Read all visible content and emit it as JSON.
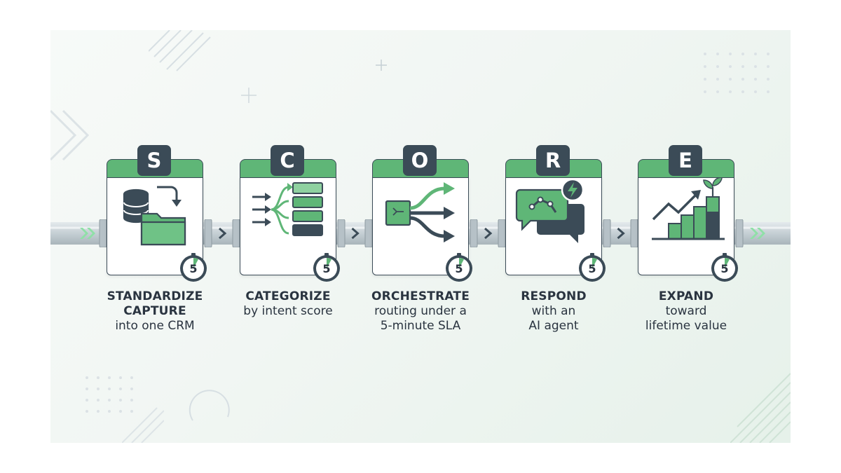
{
  "steps": [
    {
      "letter": "S",
      "title": "STANDARDIZE\nCAPTURE",
      "subtitle": "into one CRM",
      "timer": "5",
      "icon": "database-to-folder-icon"
    },
    {
      "letter": "C",
      "title": "CATEGORIZE",
      "subtitle": "by intent score",
      "timer": "5",
      "icon": "sorting-arrows-bars-icon"
    },
    {
      "letter": "O",
      "title": "ORCHESTRATE",
      "subtitle": "routing under a\n5-minute SLA",
      "timer": "5",
      "icon": "routing-arrows-icon"
    },
    {
      "letter": "R",
      "title": "RESPOND",
      "subtitle": "with an\nAI agent",
      "timer": "5",
      "icon": "ai-agent-chat-icon"
    },
    {
      "letter": "E",
      "title": "EXPAND",
      "subtitle": "toward\nlifetime value",
      "timer": "5",
      "icon": "growth-chart-plant-icon"
    }
  ],
  "colors": {
    "accent": "#5fb677",
    "accent_light": "#8fd1a0",
    "dark": "#3b4b57",
    "text": "#2a3440",
    "pipe": "#c9d3d8"
  }
}
